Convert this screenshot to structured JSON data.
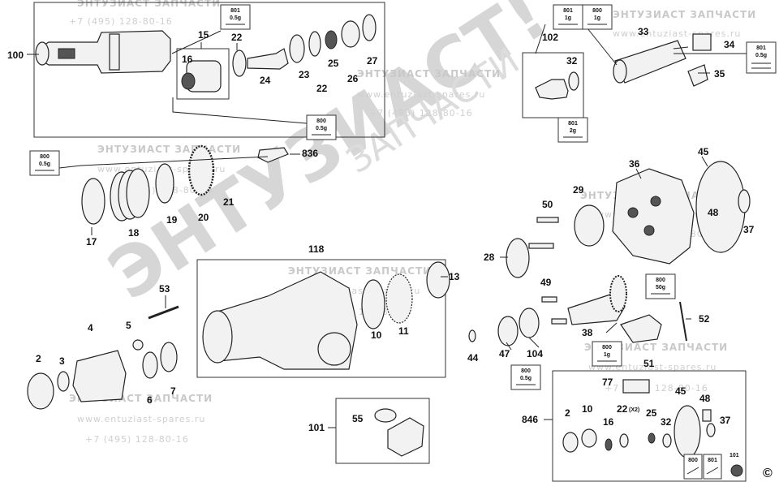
{
  "watermark": {
    "brand": "ЭНТУЗИАСТ ЗАПЧАСТИ",
    "url": "www.entuziast-spares.ru",
    "phone": "+7 (495) 128-80-16",
    "big_word": "ЭНТУЗИАСТ!",
    "mid_word": "ЗАПЧАСТИ"
  },
  "copyright": "©",
  "labels": {
    "p100": "100",
    "p15": "15",
    "p16": "16",
    "p22a": "22",
    "p24": "24",
    "p23": "23",
    "p22b": "22",
    "p25": "25",
    "p26": "26",
    "p27": "27",
    "p102": "102",
    "p32": "32",
    "p33": "33",
    "p34": "34",
    "p35": "35",
    "p836": "836",
    "p17": "17",
    "p18": "18",
    "p19": "19",
    "p20": "20",
    "p21": "21",
    "p45": "45",
    "p36": "36",
    "p29": "29",
    "p50": "50",
    "p48": "48",
    "p37": "37",
    "p28": "28",
    "p49": "49",
    "p52": "52",
    "p38": "38",
    "p51": "51",
    "p44": "44",
    "p47": "47",
    "p104": "104",
    "p118": "118",
    "p13": "13",
    "p10": "10",
    "p11": "11",
    "p53": "53",
    "p4": "4",
    "p5": "5",
    "p2": "2",
    "p3": "3",
    "p6": "6",
    "p7": "7",
    "p101": "101",
    "p55": "55",
    "p846": "846",
    "p77": "77",
    "p45b": "45",
    "p48b": "48",
    "p2b": "2",
    "p10b": "10",
    "p16b": "16",
    "p22x2": "22",
    "x2": "(X2)",
    "p25b": "25",
    "p32b": "32",
    "p37b": "37",
    "p800b": "800",
    "p801b": "801",
    "p101b": "101"
  },
  "grease_tags": {
    "t1": {
      "code": "800",
      "qty": "0.5g"
    },
    "t2": {
      "code": "801",
      "qty": "0.5g"
    },
    "t3": {
      "code": "801",
      "qty": "1g"
    },
    "t4": {
      "code": "800",
      "qty": "1g"
    },
    "t5": {
      "code": "801",
      "qty": "0.5g"
    },
    "t6": {
      "code": "801",
      "qty": "2g"
    },
    "t7": {
      "code": "800",
      "qty": "0.5g"
    },
    "t8": {
      "code": "800",
      "qty": "50g"
    },
    "t9": {
      "code": "800",
      "qty": "1g"
    },
    "t10": {
      "code": "800",
      "qty": "0.5g"
    }
  }
}
